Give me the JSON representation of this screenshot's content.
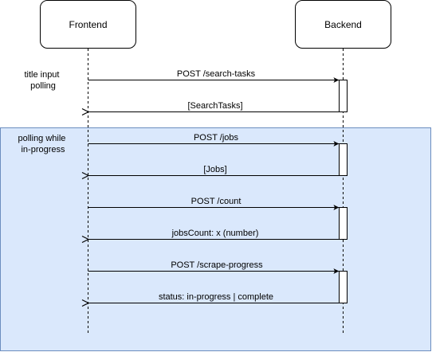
{
  "colors": {
    "frame_fill": "#dae8fc",
    "frame_stroke": "#6c8ebf",
    "line": "#000000",
    "box_fill": "#ffffff"
  },
  "actors": [
    {
      "id": "frontend",
      "label": "Frontend"
    },
    {
      "id": "backend",
      "label": "Backend"
    }
  ],
  "notes": {
    "title_polling": [
      "title input",
      "polling"
    ],
    "frame_label": [
      "polling while",
      "in-progress"
    ]
  },
  "messages": [
    {
      "from": "frontend",
      "to": "backend",
      "label": "POST /search-tasks",
      "kind": "request"
    },
    {
      "from": "backend",
      "to": "frontend",
      "label": "[SearchTasks]",
      "kind": "response"
    },
    {
      "from": "frontend",
      "to": "backend",
      "label": "POST /jobs",
      "kind": "request"
    },
    {
      "from": "backend",
      "to": "frontend",
      "label": "[Jobs]",
      "kind": "response"
    },
    {
      "from": "frontend",
      "to": "backend",
      "label": "POST /count",
      "kind": "request"
    },
    {
      "from": "backend",
      "to": "frontend",
      "label": "jobsCount: x (number)",
      "kind": "response"
    },
    {
      "from": "frontend",
      "to": "backend",
      "label": "POST /scrape-progress",
      "kind": "request"
    },
    {
      "from": "backend",
      "to": "frontend",
      "label": "status: in-progress | complete",
      "kind": "response"
    }
  ]
}
